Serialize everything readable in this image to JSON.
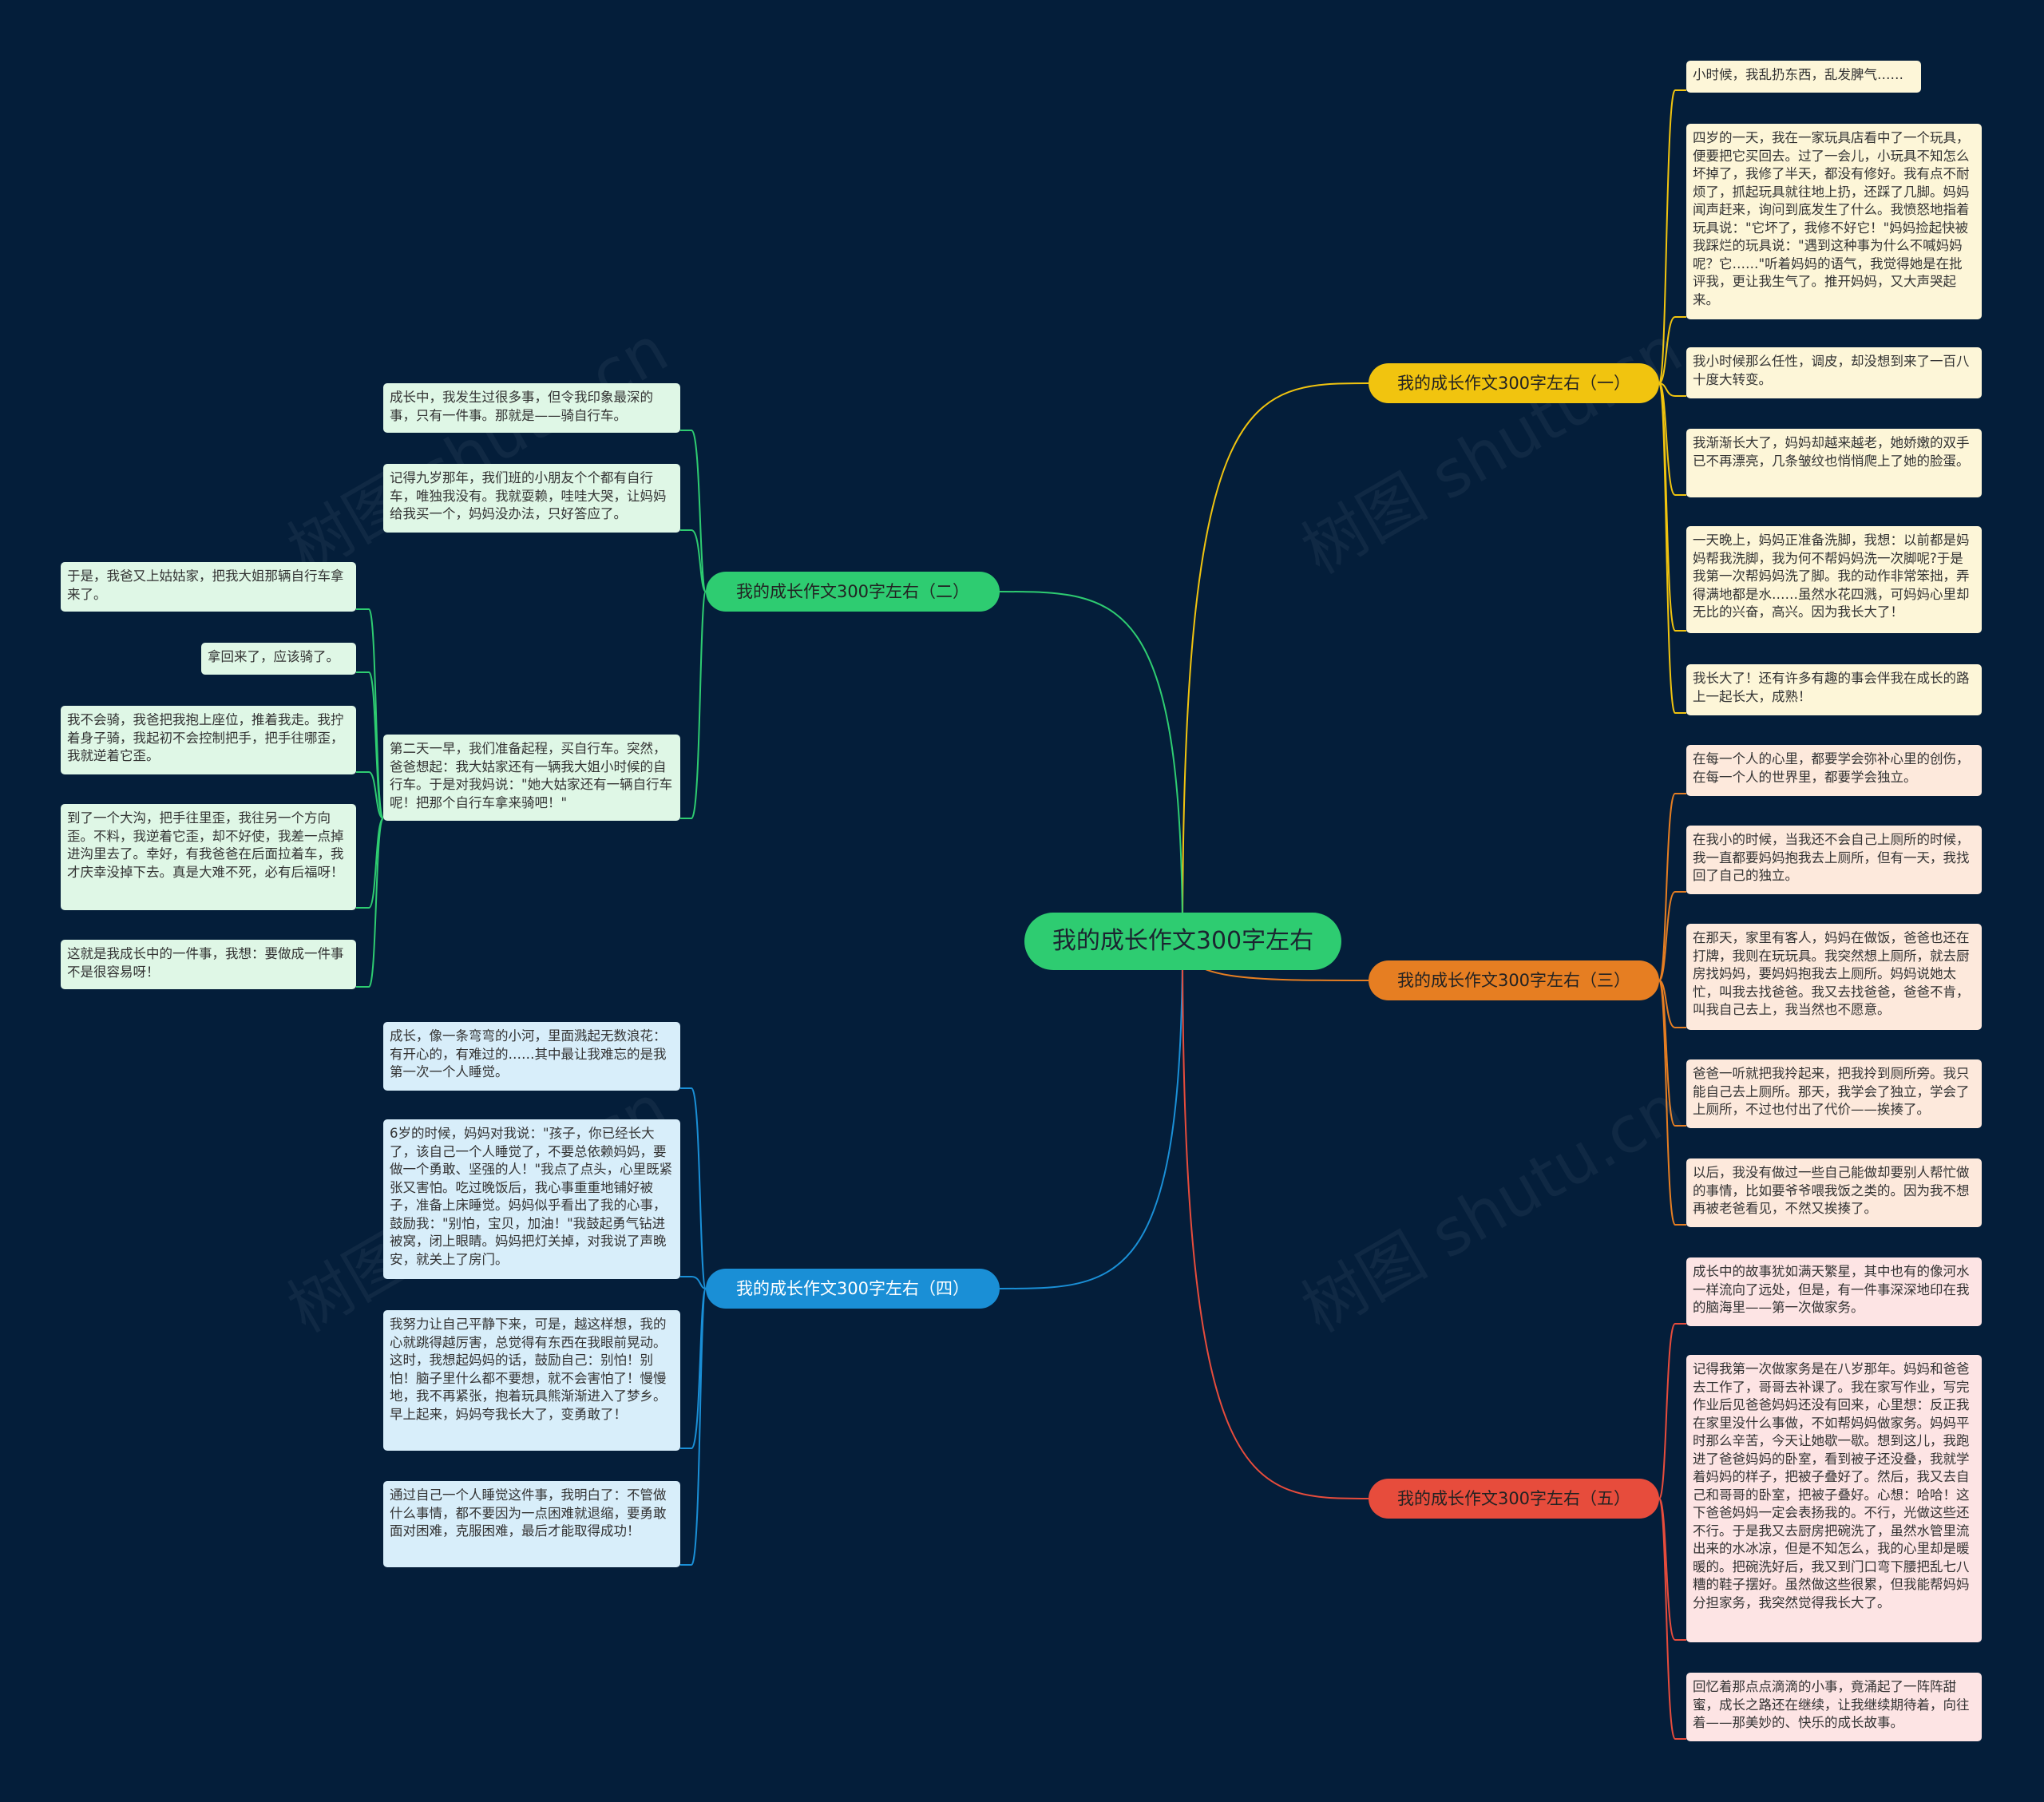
{
  "root": {
    "label": "我的成长作文300字左右"
  },
  "colors": {
    "background": "#041e3a",
    "root": "#2ecc71",
    "branch1": "#f1c40f",
    "branch2": "#2ecc71",
    "branch3": "#e67e22",
    "branch4": "#1a8fd6",
    "branch5": "#e74c3c"
  },
  "branches": [
    {
      "label": "我的成长作文300字左右（一）",
      "leaves": [
        "小时候，我乱扔东西，乱发脾气……",
        "四岁的一天，我在一家玩具店看中了一个玩具，便要把它买回去。过了一会儿，小玩具不知怎么坏掉了，我修了半天，都没有修好。我有点不耐烦了，抓起玩具就往地上扔，还踩了几脚。妈妈闻声赶来，询问到底发生了什么。我愤怒地指着玩具说：\"它坏了，我修不好它！\"妈妈捡起快被我踩烂的玩具说：\"遇到这种事为什么不喊妈妈呢？它……\"听着妈妈的语气，我觉得她是在批评我，更让我生气了。推开妈妈，又大声哭起来。",
        "我小时候那么任性，调皮，却没想到来了一百八十度大转变。",
        "我渐渐长大了，妈妈却越来越老，她娇嫩的双手已不再漂亮，几条皱纹也悄悄爬上了她的脸蛋。",
        "一天晚上，妈妈正准备洗脚，我想：以前都是妈妈帮我洗脚，我为何不帮妈妈洗一次脚呢?于是我第一次帮妈妈洗了脚。我的动作非常笨拙，弄得满地都是水……虽然水花四溅，可妈妈心里却无比的兴奋，高兴。因为我长大了！",
        "我长大了！还有许多有趣的事会伴我在成长的路上一起长大，成熟！"
      ]
    },
    {
      "label": "我的成长作文300字左右（二）",
      "leaves": [
        "成长中，我发生过很多事，但令我印象最深的事，只有一件事。那就是——骑自行车。",
        "记得九岁那年，我们班的小朋友个个都有自行车，唯独我没有。我就耍赖，哇哇大哭，让妈妈给我买一个，妈妈没办法，只好答应了。",
        "第二天一早，我们准备起程，买自行车。突然，爸爸想起：我大姑家还有一辆我大姐小时候的自行车。于是对我妈说：\"她大姑家还有一辆自行车呢！把那个自行车拿来骑吧！\""
      ],
      "subleaves": [
        "于是，我爸又上姑姑家，把我大姐那辆自行车拿来了。",
        "拿回来了，应该骑了。",
        "我不会骑，我爸把我抱上座位，推着我走。我拧着身子骑，我起初不会控制把手，把手往哪歪，我就逆着它歪。",
        "到了一个大沟，把手往里歪，我往另一个方向歪。不料，我逆着它歪，却不好使，我差一点掉进沟里去了。幸好，有我爸爸在后面拉着车，我才庆幸没掉下去。真是大难不死，必有后福呀！",
        "这就是我成长中的一件事，我想：要做成一件事不是很容易呀！"
      ]
    },
    {
      "label": "我的成长作文300字左右（三）",
      "leaves": [
        "在每一个人的心里，都要学会弥补心里的创伤，在每一个人的世界里，都要学会独立。",
        "在我小的时候，当我还不会自己上厕所的时候，我一直都要妈妈抱我去上厕所，但有一天，我找回了自己的独立。",
        "在那天，家里有客人，妈妈在做饭，爸爸也还在打牌，我则在玩玩具。我突然想上厕所，就去厨房找妈妈，要妈妈抱我去上厕所。妈妈说她太忙，叫我去找爸爸。我又去找爸爸，爸爸不肯，叫我自己去上，我当然也不愿意。",
        "爸爸一听就把我拎起来，把我拎到厕所旁。我只能自己去上厕所。那天，我学会了独立，学会了上厕所，不过也付出了代价——挨揍了。",
        "以后，我没有做过一些自己能做却要别人帮忙做的事情，比如要爷爷喂我饭之类的。因为我不想再被老爸看见，不然又挨揍了。"
      ]
    },
    {
      "label": "我的成长作文300字左右（四）",
      "leaves": [
        "成长，像一条弯弯的小河，里面溅起无数浪花：有开心的，有难过的……其中最让我难忘的是我第一次一个人睡觉。",
        "6岁的时候，妈妈对我说：\"孩子，你已经长大了，该自己一个人睡觉了，不要总依赖妈妈，要做一个勇敢、坚强的人！\"我点了点头，心里既紧张又害怕。吃过晚饭后，我心事重重地铺好被子，准备上床睡觉。妈妈似乎看出了我的心事，鼓励我：\"别怕，宝贝，加油！\"我鼓起勇气钻进被窝，闭上眼睛。妈妈把灯关掉，对我说了声晚安，就关上了房门。",
        "我努力让自己平静下来，可是，越这样想，我的心就跳得越厉害，总觉得有东西在我眼前晃动。这时，我想起妈妈的话，鼓励自己：别怕！别怕！脑子里什么都不要想，就不会害怕了！慢慢地，我不再紧张，抱着玩具熊渐渐进入了梦乡。早上起来，妈妈夸我长大了，变勇敢了！",
        "通过自己一个人睡觉这件事，我明白了：不管做什么事情，都不要因为一点困难就退缩，要勇敢面对困难，克服困难，最后才能取得成功！"
      ]
    },
    {
      "label": "我的成长作文300字左右（五）",
      "leaves": [
        "成长中的故事犹如满天繁星，其中也有的像河水一样流向了远处，但是，有一件事深深地印在我的脑海里——第一次做家务。",
        "记得我第一次做家务是在八岁那年。妈妈和爸爸去工作了，哥哥去补课了。我在家写作业，写完作业后见爸爸妈妈还没有回来，心里想：反正我在家里没什么事做，不如帮妈妈做家务。妈妈平时那么辛苦，今天让她歇一歇。想到这儿，我跑进了爸爸妈妈的卧室，看到被子还没叠，我就学着妈妈的样子，把被子叠好了。然后，我又去自己和哥哥的卧室，把被子叠好。心想：哈哈！这下爸爸妈妈一定会表扬我的。不行，光做这些还不行。于是我又去厨房把碗洗了，虽然水管里流出来的水冰凉，但是不知怎么，我的心里却是暖暖的。把碗洗好后，我又到门口弯下腰把乱七八糟的鞋子摆好。虽然做这些很累，但我能帮妈妈分担家务，我突然觉得我长大了。",
        "回忆着那点点滴滴的小事，竟涌起了一阵阵甜蜜，成长之路还在继续，让我继续期待着，向往着——那美妙的、快乐的成长故事。"
      ]
    }
  ]
}
